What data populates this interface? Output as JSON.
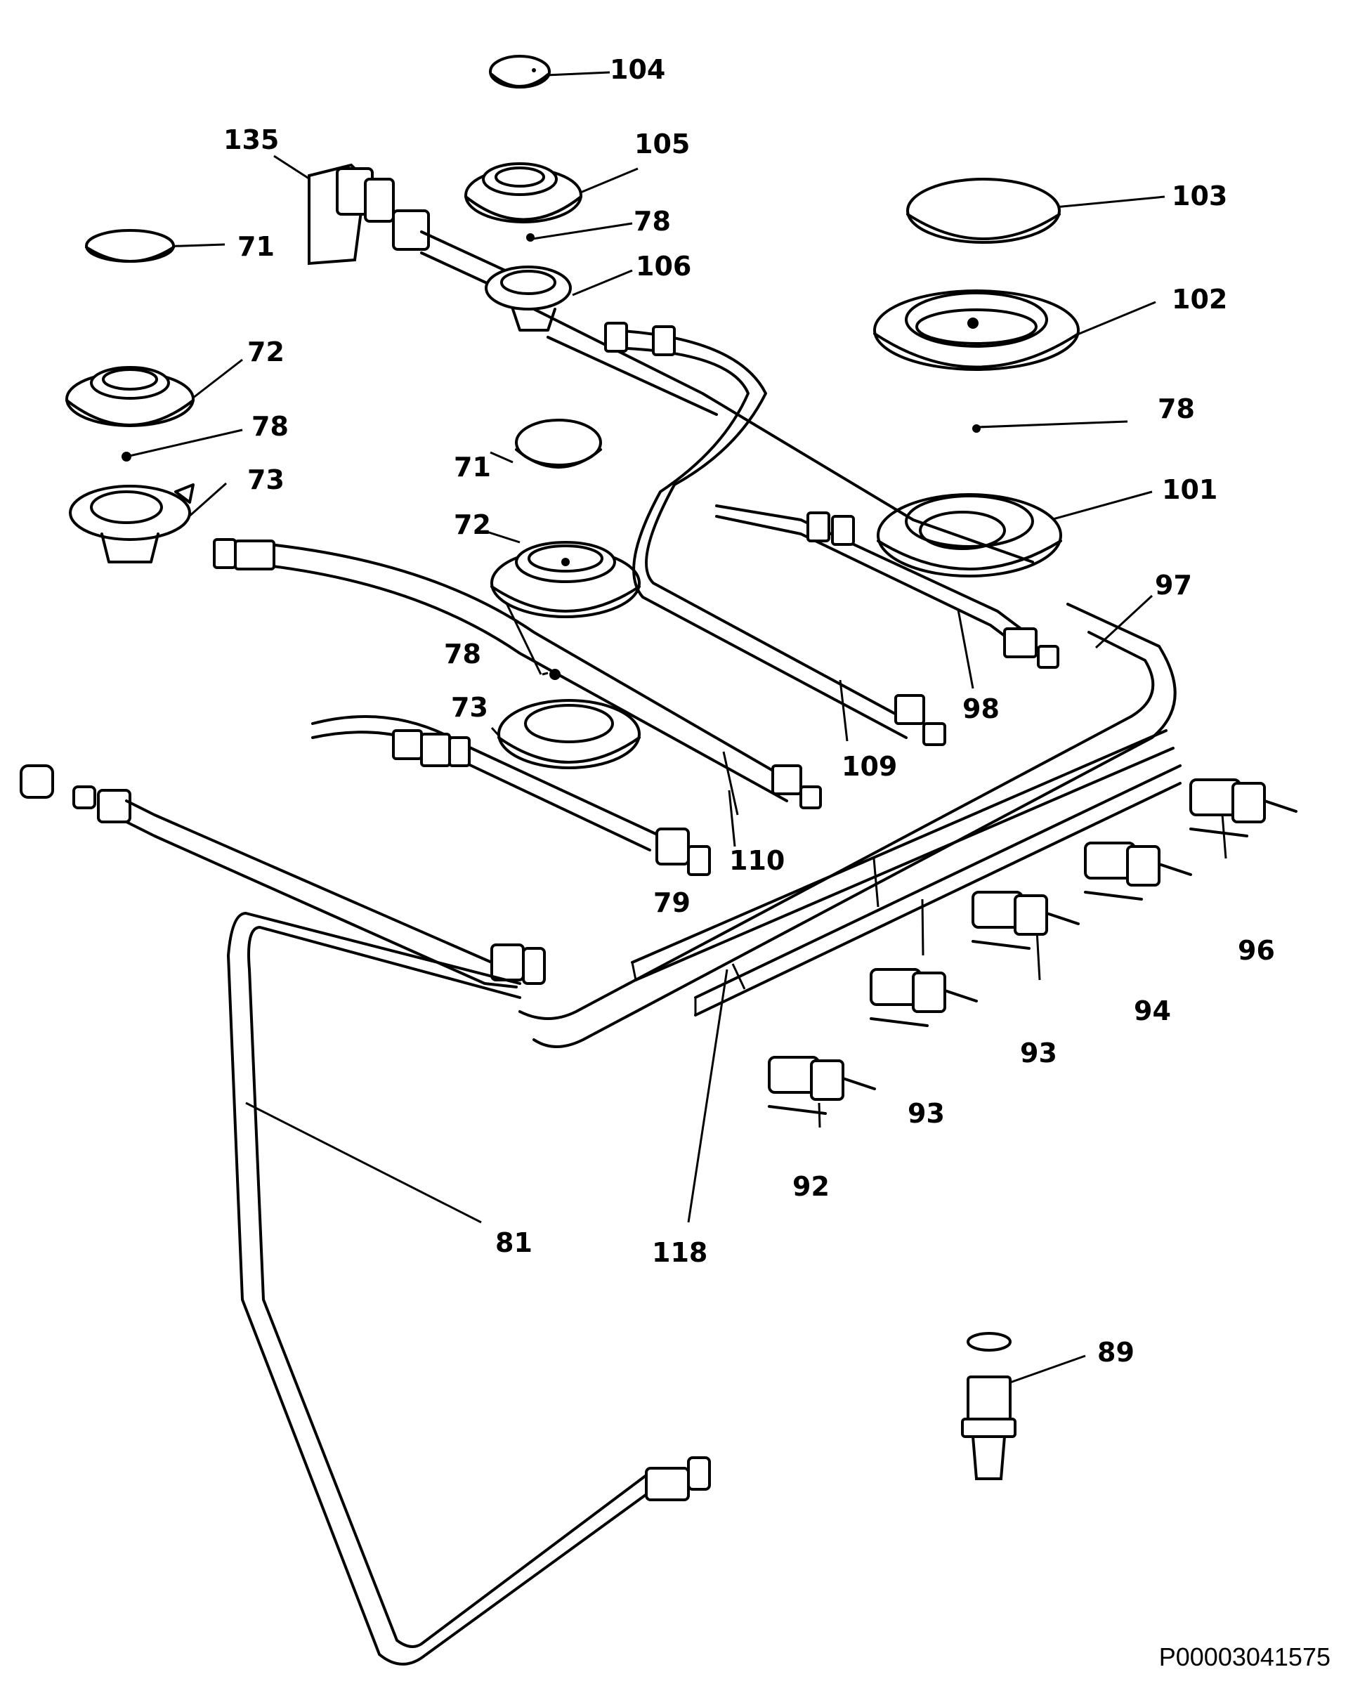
{
  "diagram": {
    "part_labels": {
      "l104": "104",
      "l105": "105",
      "l135": "135",
      "l78a": "78",
      "l103": "103",
      "l71a": "71",
      "l106": "106",
      "l102": "102",
      "l72a": "72",
      "l78b": "78",
      "l78c": "78",
      "l73a": "73",
      "l71b": "71",
      "l101": "101",
      "l72b": "72",
      "l97": "97",
      "l78d": "78",
      "l98": "98",
      "l73b": "73",
      "l109": "109",
      "l110": "110",
      "l79": "79",
      "l96": "96",
      "l94": "94",
      "l93a": "93",
      "l93b": "93",
      "l92": "92",
      "l81": "81",
      "l118": "118",
      "l89": "89"
    },
    "reference_code": "P00003041575"
  }
}
